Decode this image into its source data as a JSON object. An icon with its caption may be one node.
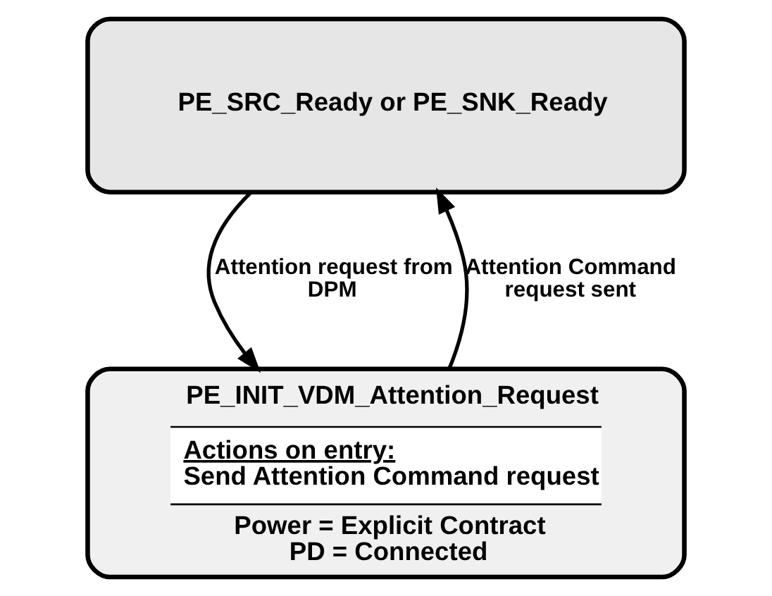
{
  "diagram": {
    "nodes": [
      {
        "text": [
          "PE_SRC_Ready or PE_SNK_Ready"
        ]
      },
      {
        "text": [
          "PE_INIT_VDM_Attention_Request",
          "Actions on entry:",
          "Send Attention Command request",
          "Power = Explicit Contract",
          "PD = Connected"
        ]
      }
    ],
    "edges": [
      {
        "from": 0,
        "to": 1,
        "arrow": "to",
        "label": "Attention request from DPM"
      },
      {
        "from": 1,
        "to": 0,
        "arrow": "to",
        "label": "Attention Command request sent"
      }
    ]
  }
}
